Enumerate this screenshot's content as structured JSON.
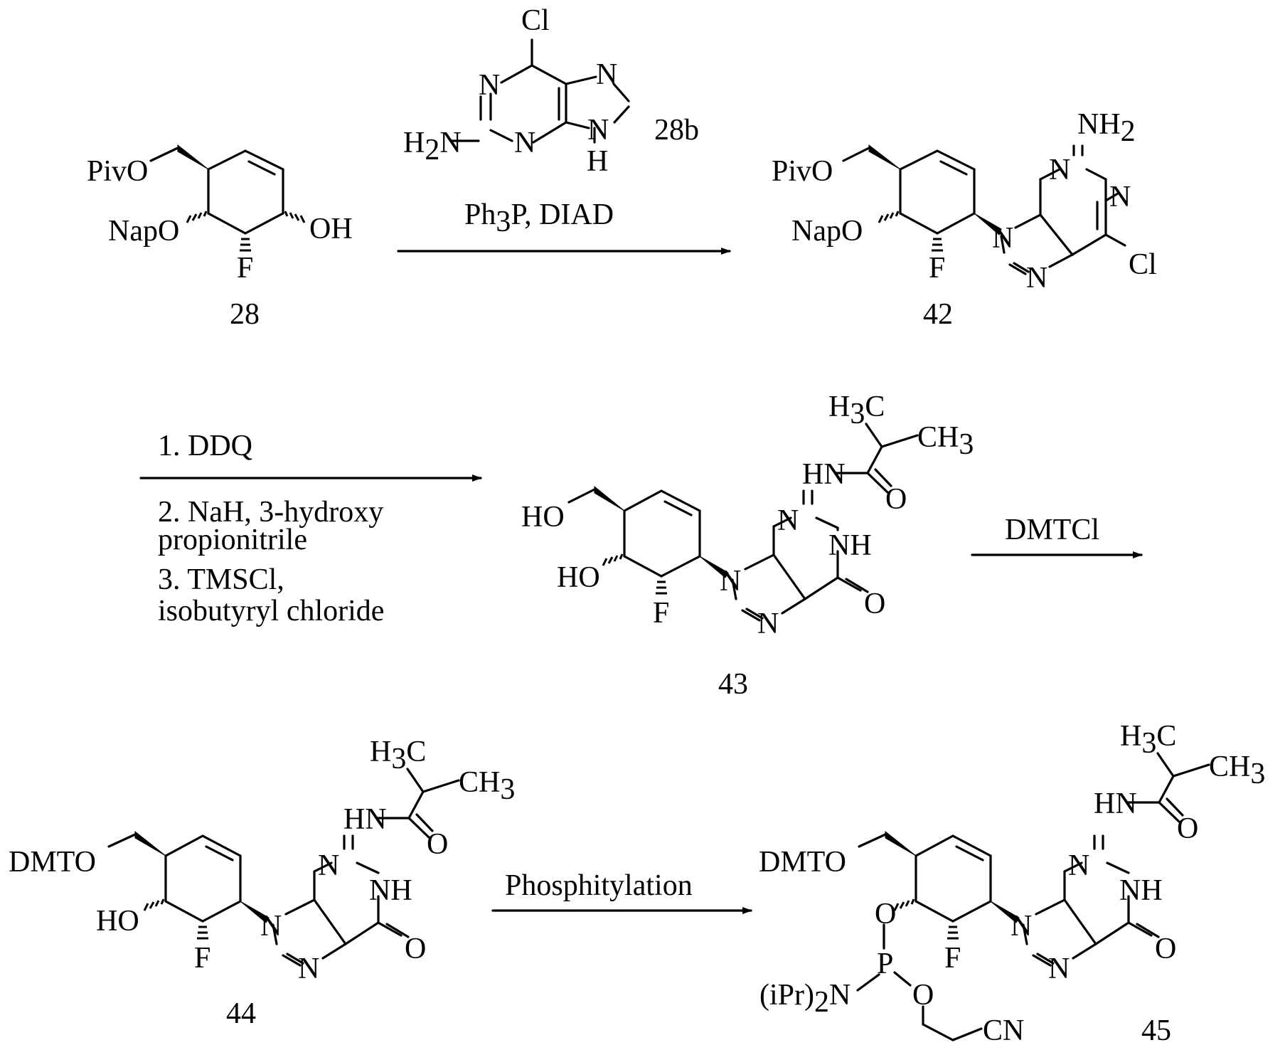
{
  "compounds": {
    "c28": {
      "number": "28",
      "labels": {
        "pivo": "PivO",
        "napo": "NapO",
        "oh": "OH",
        "f": "F"
      }
    },
    "c28b": {
      "number": "28b",
      "labels": {
        "cl": "Cl",
        "n1": "N",
        "n3": "N",
        "n7": "N",
        "n9": "N",
        "h": "H",
        "h2n": "H",
        "h2n_sub": "2",
        "h2n_n": "N"
      }
    },
    "c42": {
      "number": "42",
      "labels": {
        "pivo": "PivO",
        "napo": "NapO",
        "f": "F",
        "n9": "N",
        "n7": "N",
        "n3": "N",
        "n1": "N",
        "nh2": "NH",
        "nh2_sub": "2",
        "cl": "Cl"
      }
    },
    "c43": {
      "number": "43",
      "labels": {
        "ho1": "HO",
        "ho2": "HO",
        "f": "F",
        "n9": "N",
        "n7": "N",
        "n3": "N",
        "nh": "NH",
        "o6": "O",
        "hn": "HN",
        "o_amide": "O",
        "h3c": "H",
        "h3c_sub": "3",
        "h3c_c": "C",
        "ch3": "CH",
        "ch3_sub": "3"
      }
    },
    "c44": {
      "number": "44",
      "labels": {
        "dmto": "DMTO",
        "ho": "HO",
        "f": "F",
        "n9": "N",
        "n7": "N",
        "n3": "N",
        "nh": "NH",
        "o6": "O",
        "hn": "HN",
        "o_amide": "O",
        "h3c": "H",
        "h3c_sub": "3",
        "h3c_c": "C",
        "ch3": "CH",
        "ch3_sub": "3"
      }
    },
    "c45": {
      "number": "45",
      "labels": {
        "dmto": "DMTO",
        "o1": "O",
        "p": "P",
        "o2": "O",
        "ipr": "(iPr)",
        "ipr_sub": "2",
        "ipr_n": "N",
        "cn": "CN",
        "f": "F",
        "n9": "N",
        "n7": "N",
        "n3": "N",
        "nh": "NH",
        "o6": "O",
        "hn": "HN",
        "o_amide": "O",
        "h3c": "H",
        "h3c_sub": "3",
        "h3c_c": "C",
        "ch3": "CH",
        "ch3_sub": "3"
      }
    }
  },
  "reactions": {
    "r1": {
      "reagent": "Ph",
      "reagent_sub": "3",
      "reagent_rest": "P, DIAD"
    },
    "r2": {
      "step1": "1.  DDQ",
      "step2a": "2.  NaH, 3-hydroxy",
      "step2b": "propionitrile",
      "step3a": "3.  TMSCl,",
      "step3b": "isobutyryl chloride"
    },
    "r3": {
      "reagent": "DMTCl"
    },
    "r4": {
      "reagent": "Phosphitylation"
    }
  }
}
